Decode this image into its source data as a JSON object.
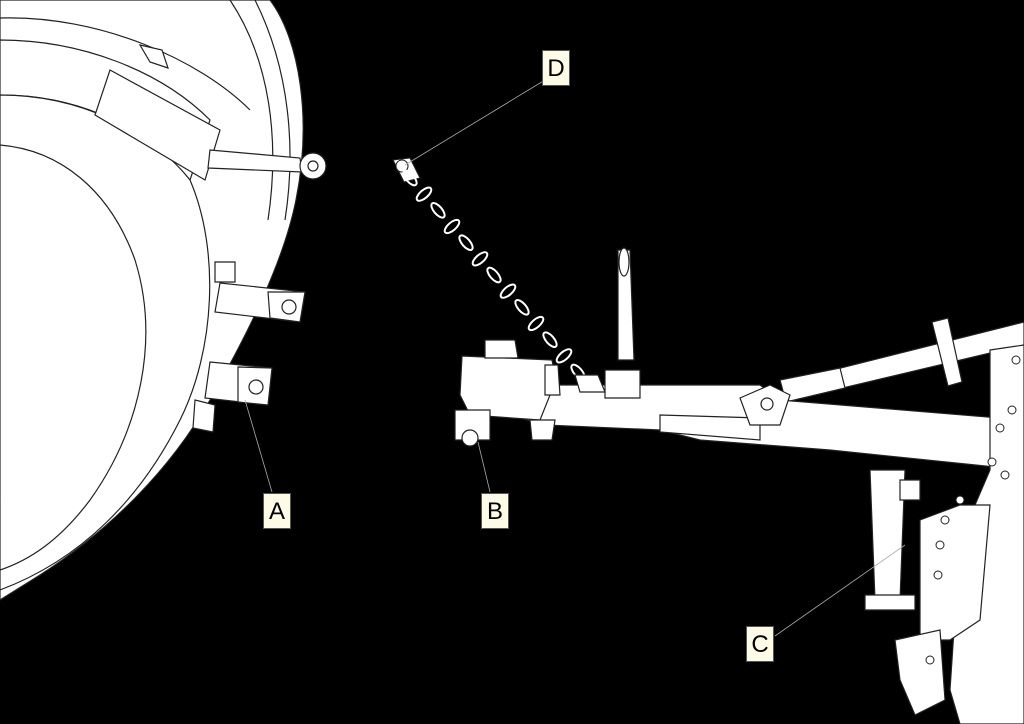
{
  "callouts": {
    "a": "A",
    "b": "B",
    "c": "C",
    "d": "D"
  },
  "colors": {
    "background": "#000000",
    "drawing": "#ffffff",
    "outline": "#1a1a1a",
    "label_background": "#fdfbe6"
  }
}
